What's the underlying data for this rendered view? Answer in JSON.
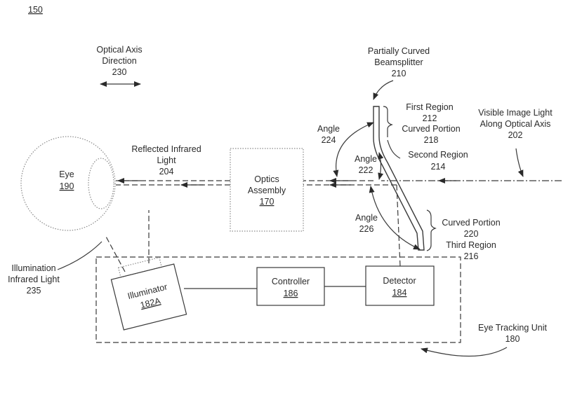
{
  "figure_number": "150",
  "optical_axis_direction": {
    "line1": "Optical Axis",
    "line2": "Direction",
    "ref": "230"
  },
  "beamsplitter": {
    "line1": "Partially Curved",
    "line2": "Beamsplitter",
    "ref": "210"
  },
  "first_region": {
    "line1": "First Region",
    "ref": "212"
  },
  "curved_portion_top": {
    "line1": "Curved Portion",
    "ref": "218"
  },
  "second_region": {
    "line1": "Second Region",
    "ref": "214"
  },
  "curved_portion_bottom": {
    "line1": "Curved Portion",
    "ref": "220"
  },
  "third_region": {
    "line1": "Third Region",
    "ref": "216"
  },
  "visible_light": {
    "line1": "Visible Image Light",
    "line2": "Along Optical Axis",
    "ref": "202"
  },
  "angle_224": {
    "line1": "Angle",
    "ref": "224"
  },
  "angle_222": {
    "line1": "Angle",
    "ref": "222"
  },
  "angle_226": {
    "line1": "Angle",
    "ref": "226"
  },
  "reflected_ir": {
    "line1": "Reflected Infrared",
    "line2": "Light",
    "ref": "204"
  },
  "eye": {
    "label": "Eye",
    "ref": "190"
  },
  "optics": {
    "line1": "Optics",
    "line2": "Assembly",
    "ref": "170"
  },
  "illumination_ir": {
    "line1": "Illumination",
    "line2": "Infrared Light",
    "ref": "235"
  },
  "illuminator": {
    "label": "Illuminator",
    "ref": "182A"
  },
  "controller": {
    "label": "Controller",
    "ref": "186"
  },
  "detector": {
    "label": "Detector",
    "ref": "184"
  },
  "eye_tracking_unit": {
    "line1": "Eye Tracking Unit",
    "ref": "180"
  }
}
